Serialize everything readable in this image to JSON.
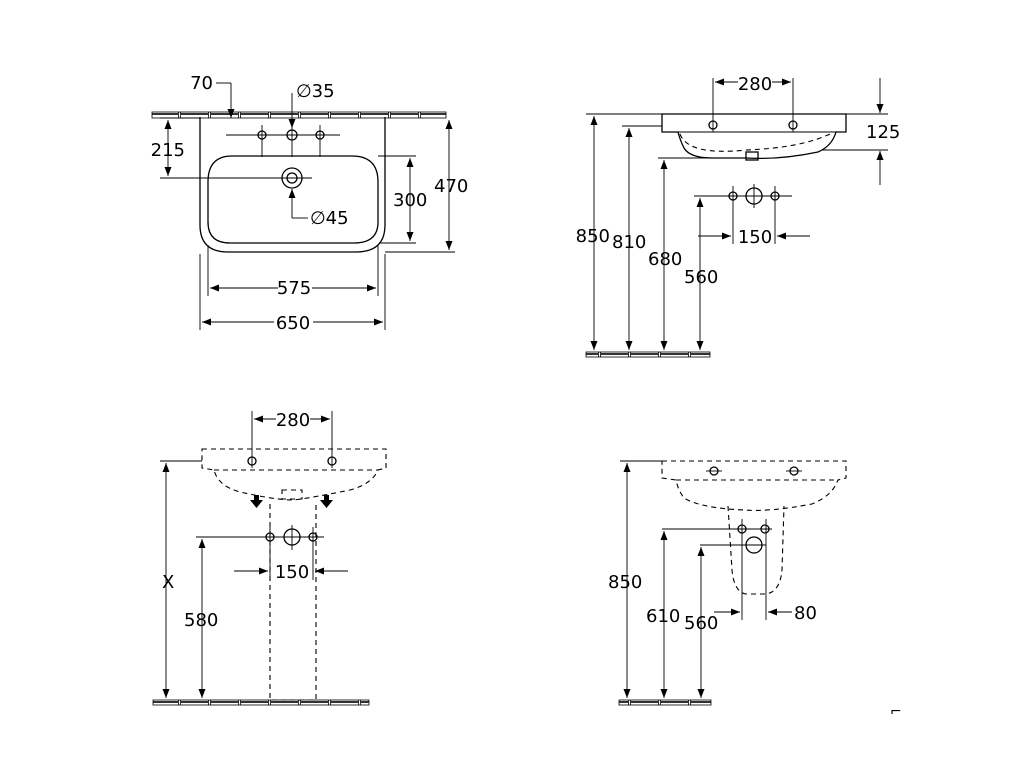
{
  "top_left": {
    "offset_70": "70",
    "dia_35": "∅35",
    "height_215": "215",
    "dia_45": "∅45",
    "depth_300": "300",
    "depth_470": "470",
    "width_575": "575",
    "width_650": "650"
  },
  "top_right": {
    "spacing_280": "280",
    "thickness_125": "125",
    "height_850": "850",
    "height_810": "810",
    "height_680": "680",
    "height_560": "560",
    "spacing_150": "150"
  },
  "bottom_left": {
    "spacing_280": "280",
    "spacing_150": "150",
    "height_x": "X",
    "height_580": "580"
  },
  "bottom_right": {
    "height_850": "850",
    "height_610": "610",
    "height_560": "560",
    "offset_80": "80"
  },
  "corner_mark": "⌐"
}
